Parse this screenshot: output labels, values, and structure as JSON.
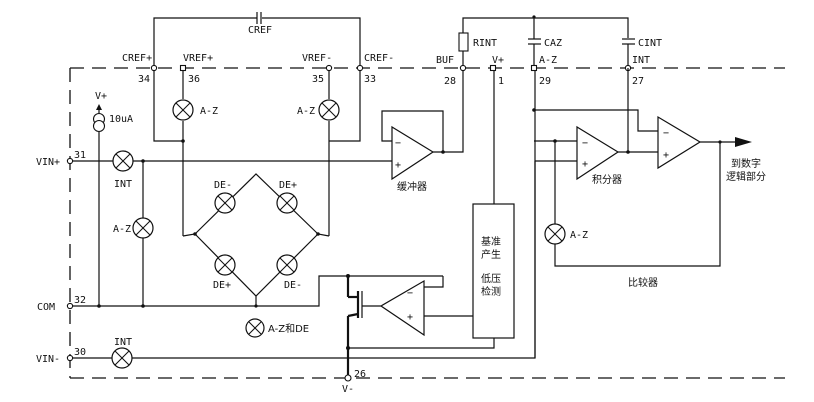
{
  "diagram": {
    "title": "",
    "capacitors": {
      "cref": "CREF",
      "caz": "CAZ",
      "cint": "CINT"
    },
    "resistors": {
      "rint": "RINT"
    },
    "pins": {
      "cref_plus": {
        "label": "CREF+",
        "number": "34"
      },
      "vref_plus": {
        "label": "VREF+",
        "number": "36"
      },
      "vref_minus": {
        "label": "VREF-",
        "number": "35"
      },
      "cref_minus": {
        "label": "CREF-",
        "number": "33"
      },
      "buf": {
        "label": "BUF",
        "number": "28"
      },
      "vplus": {
        "label": "V+",
        "number": "1"
      },
      "az": {
        "label": "A-Z",
        "number": "29"
      },
      "int": {
        "label": "INT",
        "number": "27"
      },
      "vin_plus": {
        "label": "VIN+",
        "number": "31"
      },
      "com": {
        "label": "COM",
        "number": "32"
      },
      "vin_minus": {
        "label": "VIN-",
        "number": "30"
      },
      "vminus": {
        "label": "V-",
        "number": "26"
      }
    },
    "current_source": {
      "supply": "V+",
      "value": "10uA"
    },
    "switches": {
      "az_vref_plus": "A-Z",
      "az_vref_minus": "A-Z",
      "int_vin_plus": "INT",
      "az_left": "A-Z",
      "de_top_left": "DE-",
      "de_top_right": "DE+",
      "de_bottom_left": "DE+",
      "de_bottom_right": "DE-",
      "int_vin_minus": "INT",
      "az_comparator": "A-Z"
    },
    "legend": {
      "switch_note": "A-Z和DE"
    },
    "blocks": {
      "buffer": "缓冲器",
      "integrator": "积分器",
      "comparator": "比较器",
      "output_line1": "到数字",
      "output_line2": "逻辑部分",
      "ref_line1": "基准",
      "ref_line2": "产生",
      "ref_line3": "低压",
      "ref_line4": "检测"
    },
    "opamp_signs": {
      "minus": "−",
      "plus": "+"
    }
  }
}
